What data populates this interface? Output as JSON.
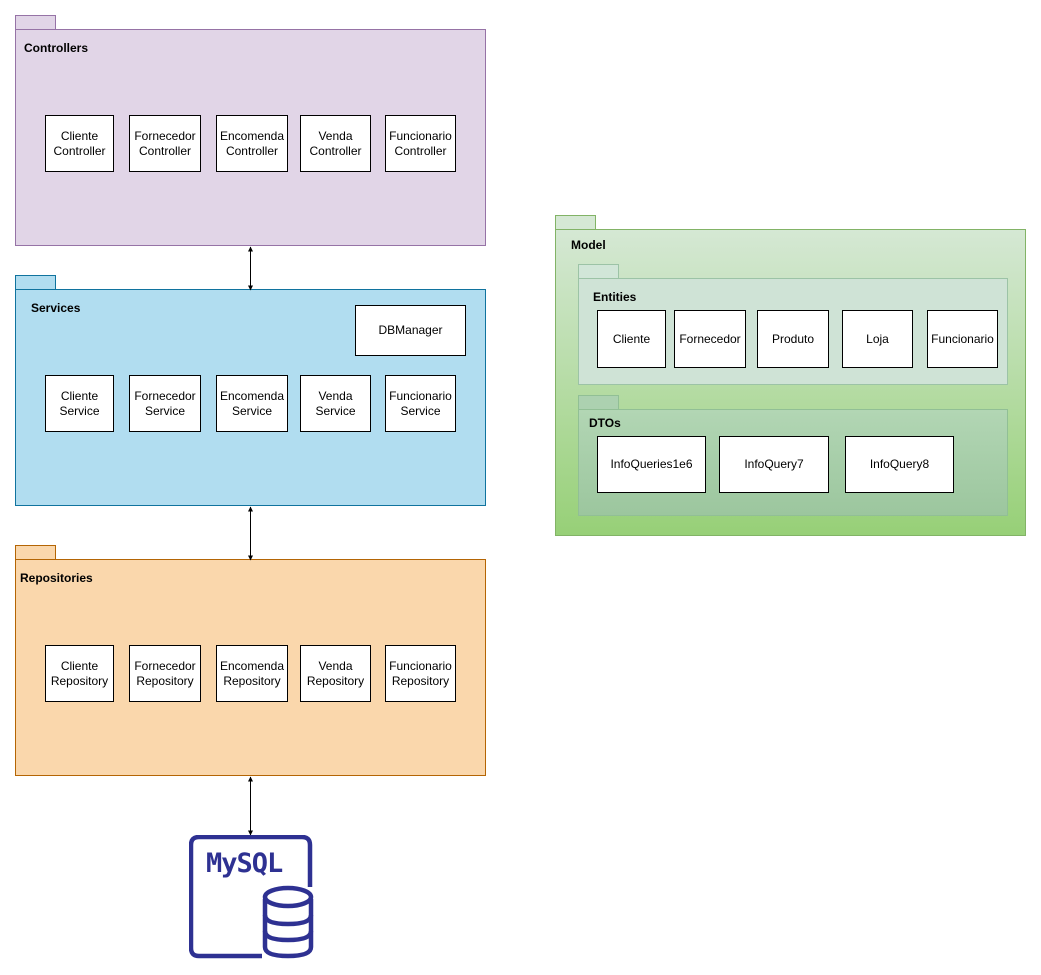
{
  "colors": {
    "controllers_fill": "#e1d5e7",
    "controllers_stroke": "#9673a6",
    "services_fill": "#b1ddf0",
    "services_stroke": "#10739e",
    "repositories_fill": "#fad7ac",
    "repositories_stroke": "#b46504",
    "model_fill_top": "#d5e8d4",
    "model_fill_bottom": "#97d077",
    "model_stroke": "#82b366",
    "entities_fill": "#cfe3d6",
    "dtos_fill": "#a9cfae",
    "mysql": "#2E3192"
  },
  "controllers": {
    "title": "Controllers",
    "items": [
      "Cliente\nController",
      "Fornecedor\nController",
      "Encomenda\nController",
      "Venda\nController",
      "Funcionario\nController"
    ]
  },
  "services": {
    "title": "Services",
    "dbmanager": "DBManager",
    "items": [
      "Cliente\nService",
      "Fornecedor\nService",
      "Encomenda\nService",
      "Venda\nService",
      "Funcionario\nService"
    ]
  },
  "repositories": {
    "title": "Repositories",
    "items": [
      "Cliente\nRepository",
      "Fornecedor\nRepository",
      "Encomenda\nRepository",
      "Venda\nRepository",
      "Funcionario\nRepository"
    ]
  },
  "model": {
    "title": "Model",
    "entities": {
      "title": "Entities",
      "items": [
        "Cliente",
        "Fornecedor",
        "Produto",
        "Loja",
        "Funcionario"
      ]
    },
    "dtos": {
      "title": "DTOs",
      "items": [
        "InfoQueries1e6",
        "InfoQuery7",
        "InfoQuery8"
      ]
    }
  },
  "database": {
    "label": "MySQL",
    "icon": "mysql-database-icon"
  }
}
